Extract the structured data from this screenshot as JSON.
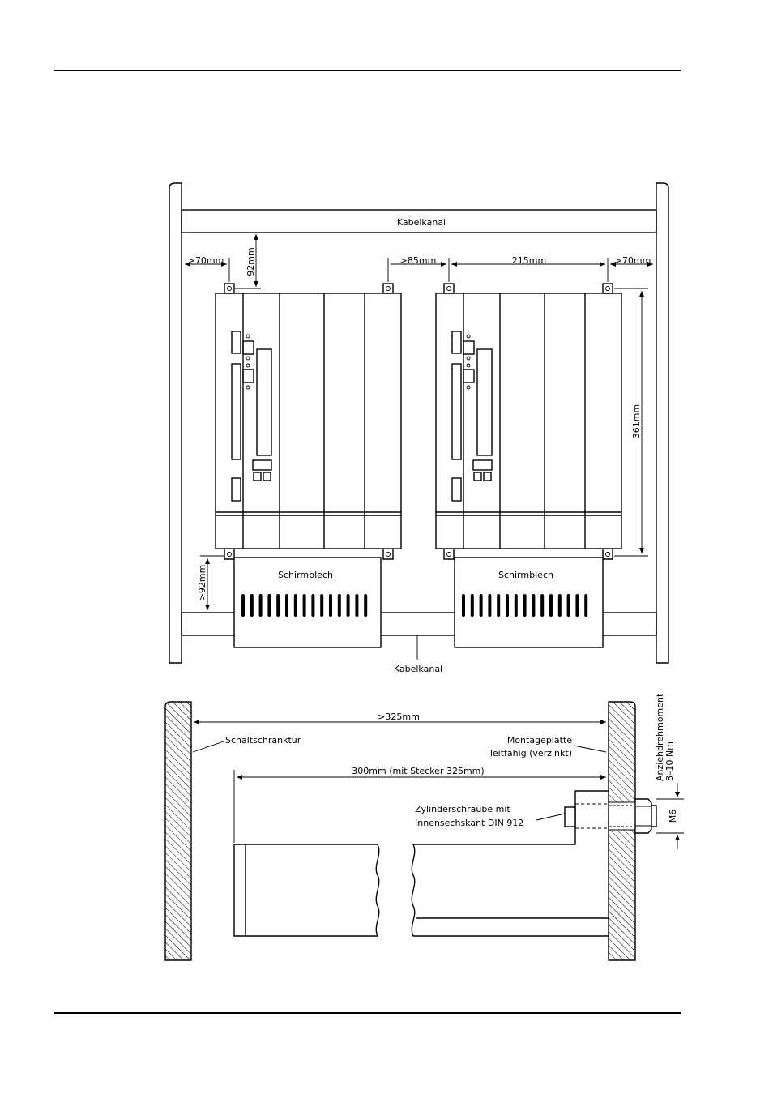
{
  "top_view": {
    "cable_duct_top": "Kabelkanal",
    "cable_duct_bottom": "Kabelkanal",
    "dim_left_gap": ">70mm",
    "dim_top_gap": "92mm",
    "dim_between": ">85mm",
    "dim_width": "215mm",
    "dim_right_gap": ">70mm",
    "dim_height": "361mm",
    "dim_bottom_gap": ">92mm",
    "shield_left": "Schirmblech",
    "shield_right": "Schirmblech"
  },
  "side_view": {
    "dim_depth_total": ">325mm",
    "door_label": "Schaltschranktür",
    "plate_label_1": "Montageplatte",
    "plate_label_2": "leitfähig (verzinkt)",
    "dim_depth_device": "300mm (mit Stecker 325mm)",
    "screw_label_1": "Zylinderschraube mit",
    "screw_label_2": "Innensechskant DIN 912",
    "torque_label_1": "Anziehdrehmoment",
    "torque_label_2": "8–10 Nm",
    "thread_label": "M6"
  }
}
